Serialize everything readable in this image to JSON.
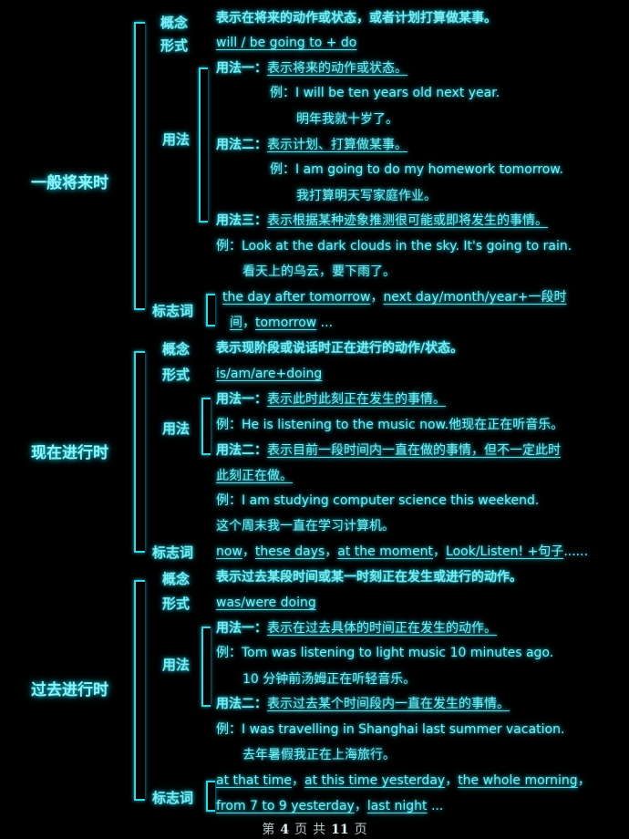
{
  "sections": [
    {
      "title": "一般将来时",
      "concept_label": "概念",
      "concept": "表示在将来的动作或状态，或者计划打算做某事。",
      "form_label": "形式",
      "form": "will / be going to + do",
      "usage_label": "用法",
      "usages": [
        {
          "label": "用法一：",
          "text": "表示将来的动作或状态。"
        },
        {
          "label": "用法二：",
          "text": "表示计划、打算做某事。"
        },
        {
          "label": "用法三：",
          "text": "表示根据某种迹象推测很可能或即将发生的事情。"
        }
      ],
      "examples": [
        {
          "en": "例：I will be ten years old next year.",
          "cn": "明年我就十岁了。"
        },
        {
          "en": "例：I am going to do my homework tomorrow.",
          "cn": "我打算明天写家庭作业。"
        },
        {
          "en": "例：Look at the dark clouds in the sky. It's going to rain.",
          "cn": "看天上的乌云，要下雨了。"
        }
      ],
      "signal_label": "标志词",
      "signals": [
        "the day after tomorrow",
        "next day/month/year+一段时",
        "间",
        "tomorrow"
      ],
      "sep": "，",
      "tail": " ..."
    },
    {
      "title": "现在进行时",
      "concept_label": "概念",
      "concept": "表示现阶段或说话时正在进行的动作/状态。",
      "form_label": "形式",
      "form": "is/am/are+doing",
      "usage_label": "用法",
      "usages": [
        {
          "label": "用法一：",
          "text": "表示此时此刻正在发生的事情。"
        },
        {
          "label": "用法二：",
          "text": "表示目前一段时间内一直在做的事情，但不一定此时",
          "text2": "此刻正在做。"
        }
      ],
      "examples": [
        {
          "en": "例：He is listening to the music now.他现在正在听音乐。"
        },
        {
          "en": "例：I am studying computer science this weekend.",
          "cn": "这个周末我一直在学习计算机。"
        }
      ],
      "signal_label": "标志词",
      "signals": [
        "now",
        "these days",
        "at the moment",
        "Look/Listen! +句子"
      ],
      "sep": "，",
      "tail": "......"
    },
    {
      "title": "过去进行时",
      "concept_label": "概念",
      "concept": "表示过去某段时间或某一时刻正在发生或进行的动作。",
      "form_label": "形式",
      "form": "was/were doing",
      "usage_label": "用法",
      "usages": [
        {
          "label": "用法一：",
          "text": "表示在过去具体的时间正在发生的动作。"
        },
        {
          "label": "用法二：",
          "text": "表示过去某个时间段内一直在发生的事情。"
        }
      ],
      "examples": [
        {
          "en": "例：Tom was listening to light music 10 minutes ago.",
          "cn": "10 分钟前汤姆正在听轻音乐。"
        },
        {
          "en": "例：I was travelling in Shanghai last summer vacation.",
          "cn": "去年暑假我正在上海旅行。"
        }
      ],
      "signal_label": "标志词",
      "signals": [
        "at that time",
        "at this time yesterday",
        "the whole morning",
        "from 7 to 9 yesterday",
        "last night"
      ],
      "sep": "，",
      "tail": " ..."
    }
  ],
  "footer": {
    "di": "第",
    "page": "4",
    "ye": "页",
    "gong": "共",
    "total": "11",
    "ye2": "页"
  },
  "colors": {
    "background": "#000000",
    "text": "#7fe9ef",
    "glow": "#18c8d8",
    "bracket": "#34d6e4"
  }
}
